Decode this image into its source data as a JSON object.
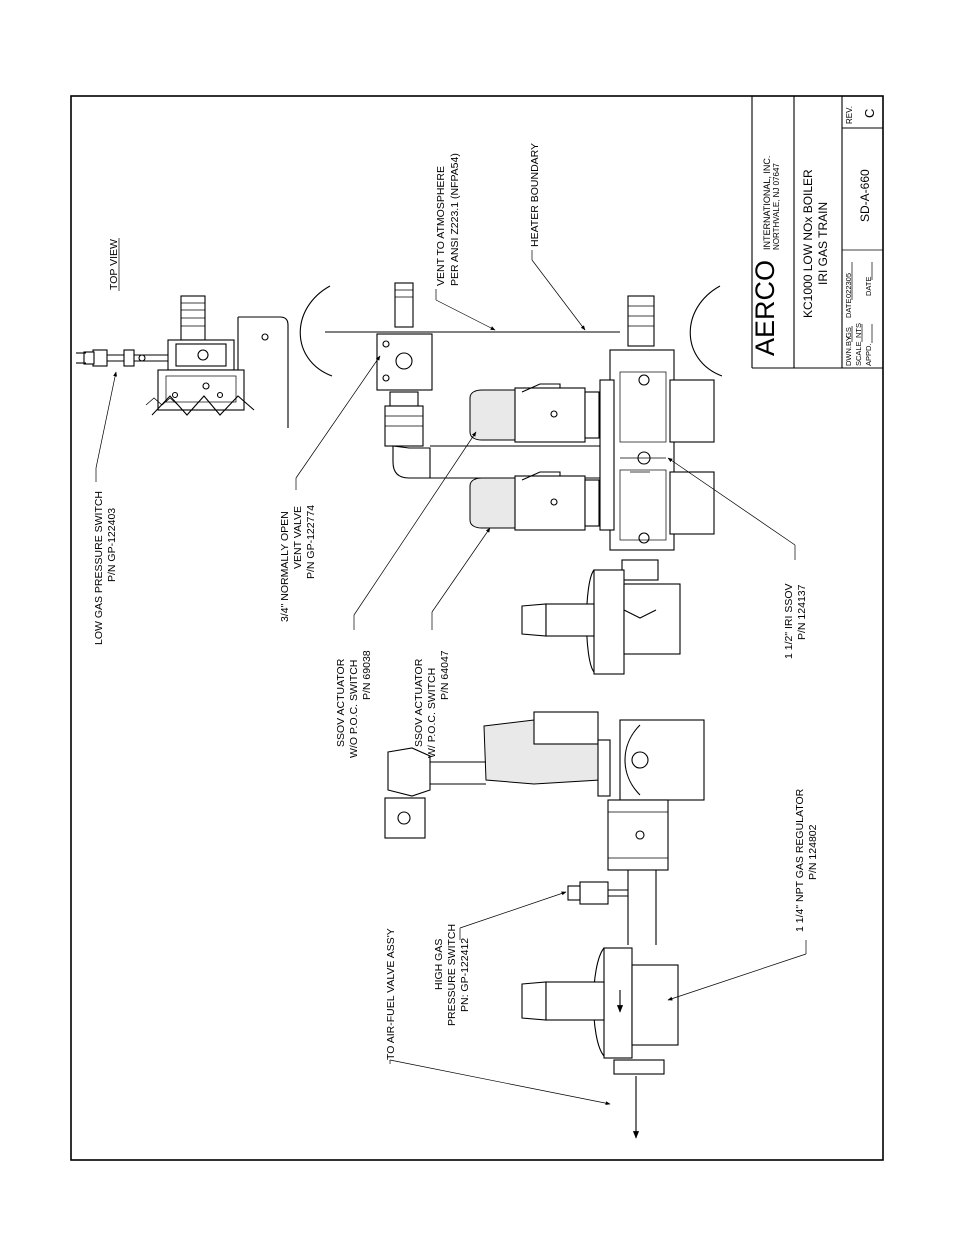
{
  "title_block": {
    "company": "AERCO",
    "company_line1": "INTERNATIONAL, INC.",
    "company_line2": "NORTHVALE, NJ   07647",
    "title_line1": "KC1000 LOW NOx BOILER",
    "title_line2": "IRI GAS TRAIN",
    "dwn_by_label": "DWN.BY",
    "dwn_by_value": "GS",
    "date_label": "DATE",
    "date_value": "022305",
    "scale_label": "SCALE",
    "scale_value": "NTS",
    "appd_label": "APPD.",
    "appd_date_label": "DATE",
    "drawing_number": "SD-A-660",
    "rev_label": "REV.",
    "rev_value": "C"
  },
  "labels": {
    "top_view": "TOP VIEW",
    "low_gas_line1": "LOW GAS PRESSURE SWITCH",
    "low_gas_line2": "P/N GP-122403",
    "vent_valve_line1": "3/4\" NORMALLY OPEN",
    "vent_valve_line2": "VENT VALVE",
    "vent_valve_line3": "P/N GP-122774",
    "vent_atm_line1": "VENT TO ATMOSPHERE",
    "vent_atm_line2": "PER ANSI Z223.1 (NFPA54)",
    "heater_boundary": "HEATER BOUNDARY",
    "ssov_wo_line1": "SSOV ACTUATOR",
    "ssov_wo_line2": "W/O P.O.C. SWITCH",
    "ssov_wo_line3": "P/N 69038",
    "ssov_w_line1": "SSOV ACTUATOR",
    "ssov_w_line2": "W/ P.O.C. SWITCH",
    "ssov_w_line3": "P/N 64047",
    "iri_ssov_line1": "1 1/2\" IRI SSOV",
    "iri_ssov_line2": "P/N 124137",
    "regulator_line1": "1 1/4\" NPT GAS REGULATOR",
    "regulator_line2": "P/N  124802",
    "high_gas_line1": "HIGH GAS",
    "high_gas_line2": "PRESSURE SWITCH",
    "high_gas_line3": "PN: GP-122412",
    "air_fuel": "TO AIR-FUEL VALVE ASS'Y"
  }
}
